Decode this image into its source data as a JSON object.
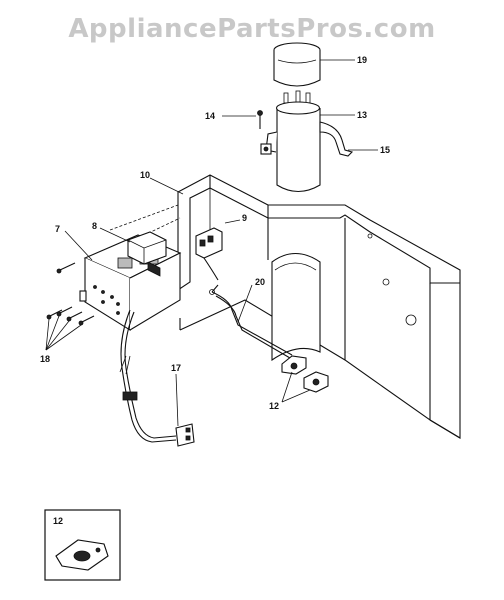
{
  "watermark": "AppliancePartsPros.com",
  "callouts": {
    "c19": "19",
    "c14": "14",
    "c13": "13",
    "c15": "15",
    "c10": "10",
    "c7": "7",
    "c8": "8",
    "c9": "9",
    "c20": "20",
    "c18": "18",
    "c17": "17",
    "c12": "12",
    "inset12": "12"
  }
}
